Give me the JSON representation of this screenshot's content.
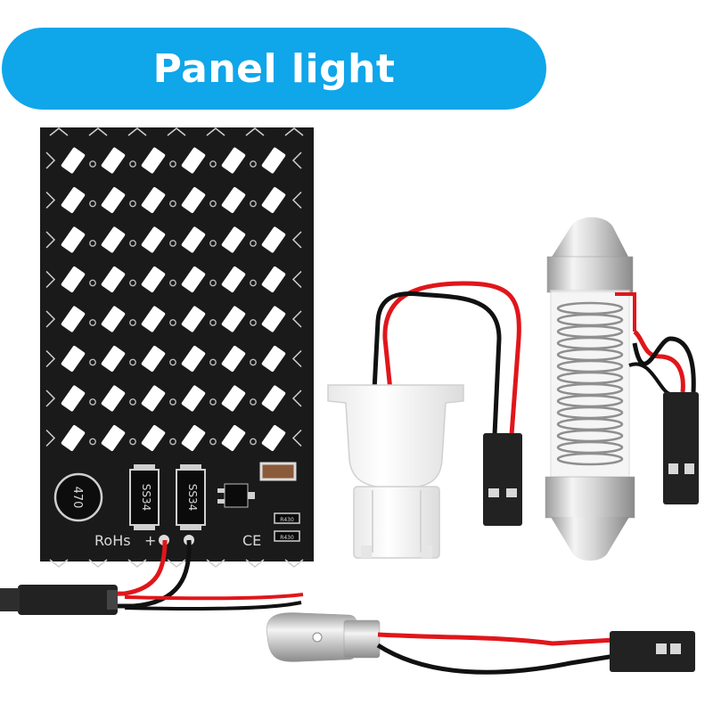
{
  "banner": {
    "title": "Panel light"
  },
  "pcb": {
    "rohs_label": "RoHs",
    "plus_label": "+",
    "ce_label": "CE",
    "inductor_label": "470",
    "diode_label_1": "SS34",
    "diode_label_2": "SS34",
    "resistor_label_1": "R430",
    "resistor_label_2": "R430",
    "led_columns": 6,
    "led_rows": 8,
    "led_color": "#ffffff"
  },
  "colors": {
    "banner": "#0fa6ea",
    "pcb": "#1a1a1a",
    "wire_red": "#e0161b",
    "wire_black": "#111111",
    "connector": "#222222"
  },
  "items": [
    "led-panel-board",
    "t10-wedge-adapter",
    "festoon-adapter",
    "ba9s-bayonet-adapter"
  ]
}
